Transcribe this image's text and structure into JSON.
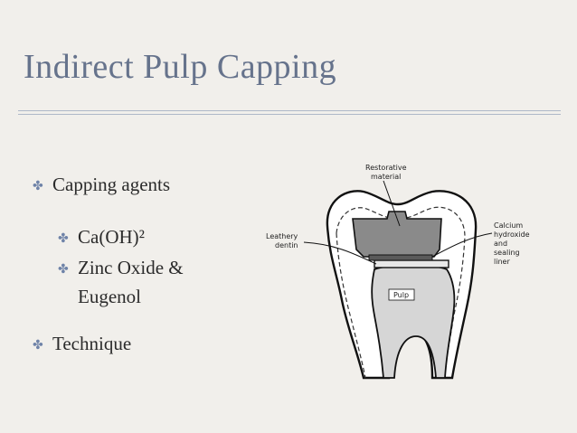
{
  "slide": {
    "title": "Indirect Pulp Capping",
    "bullets": [
      {
        "label": "Capping agents"
      },
      {
        "label": "Ca(OH)²"
      },
      {
        "label": "Zinc Oxide &"
      },
      {
        "label": "Eugenol"
      },
      {
        "label": "Technique"
      }
    ],
    "bullet_icon": "flower-cross-icon",
    "colors": {
      "title": "#66738c",
      "bullet": "#6f83a8",
      "background": "#f1efeb"
    }
  },
  "diagram": {
    "labels": {
      "restorative_1": "Restorative",
      "restorative_2": "material",
      "leathery_1": "Leathery",
      "leathery_2": "dentin",
      "calcium_1": "Calcium",
      "calcium_2": "hydroxide",
      "calcium_3": "and",
      "calcium_4": "sealing",
      "calcium_5": "liner",
      "pulp": "Pulp"
    }
  }
}
